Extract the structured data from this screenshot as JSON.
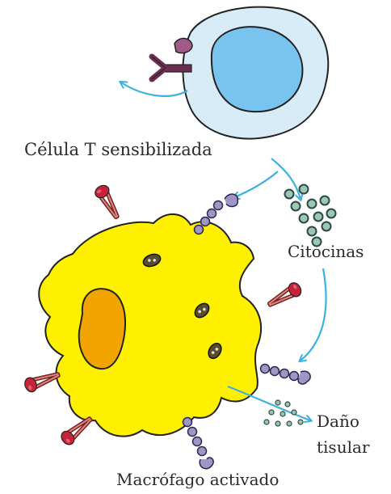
{
  "diagram": {
    "labels": {
      "t_cell": "Célula T sensibilizada",
      "cytokines": "Citocinas",
      "damage_line1": "Daño",
      "damage_line2": "tisular",
      "macrophage": "Macrófago activado"
    },
    "colors": {
      "t_cell_cytoplasm": "#d8ecf8",
      "t_cell_nucleus": "#79c3ef",
      "macrophage_body": "#fff000",
      "macrophage_nucleus": "#f2a500",
      "granule": "#5a4d2a",
      "cytokine": "#9cc6b6",
      "arrow": "#3fb1de",
      "receptor_red": "#c8223a",
      "receptor_chain": "#9f96c4",
      "t_receptor": "#6d2d52"
    }
  }
}
